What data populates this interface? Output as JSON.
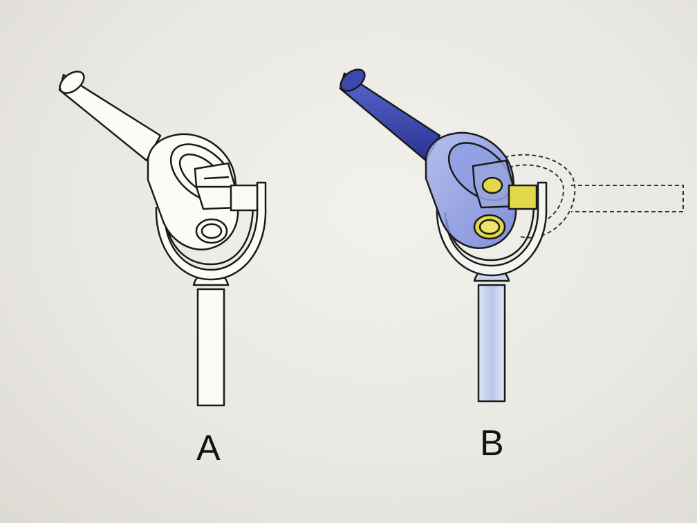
{
  "figures": [
    {
      "id": "A",
      "label": "A",
      "style": "line-drawing"
    },
    {
      "id": "B",
      "label": "B",
      "style": "shaded-with-ghost"
    }
  ],
  "colors": {
    "background": "#ecebe6",
    "outline": "#1a1a1a",
    "yoke_shaft_blue": "#3c48b0",
    "yoke_translucent_blue": "#8a9be0",
    "pin_yellow": "#e2d84a",
    "lower_shaft_blue": "#c9d3ee"
  }
}
